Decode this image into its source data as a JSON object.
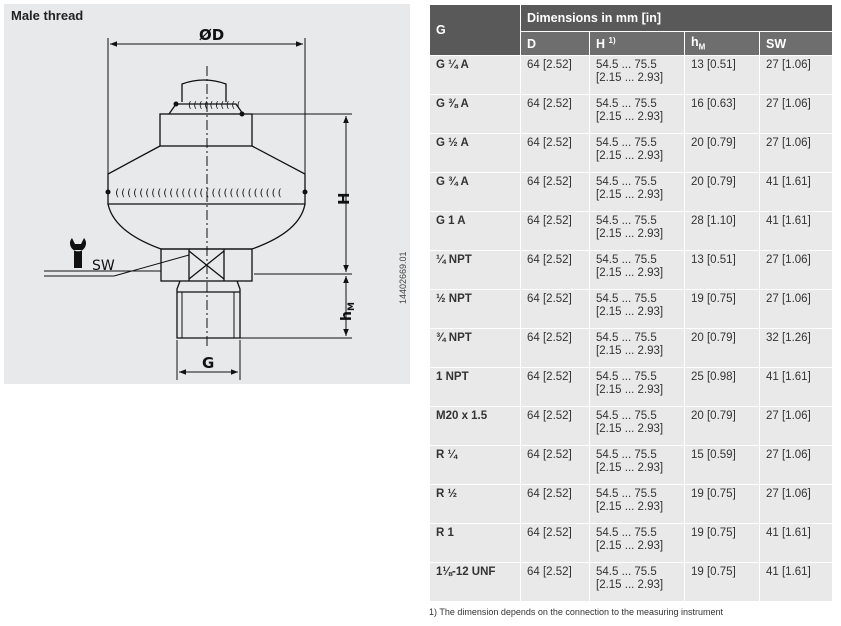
{
  "drawing": {
    "title": "Male thread",
    "label_diameter": "ØD",
    "label_height": "H",
    "label_sw": "SW",
    "label_hm_main": "h",
    "label_hm_sub": "M",
    "label_g": "G",
    "doc_number": "14402669.01"
  },
  "table": {
    "col_g": "G",
    "group_header": "Dimensions in mm [in]",
    "col_d": "D",
    "col_h_main": "H",
    "col_h_sup": "1)",
    "col_hm_main": "h",
    "col_hm_sub": "M",
    "col_sw": "SW",
    "rows": [
      {
        "g": "G ¼ A",
        "d": "64 [2.52]",
        "h1": "54.5 ... 75.5",
        "h2": "[2.15 ... 2.93]",
        "hm": "13 [0.51]",
        "sw": "27 [1.06]"
      },
      {
        "g": "G ⅜ A",
        "d": "64 [2.52]",
        "h1": "54.5 ... 75.5",
        "h2": "[2.15 ... 2.93]",
        "hm": "16 [0.63]",
        "sw": "27 [1.06]"
      },
      {
        "g": "G ½ A",
        "d": "64 [2.52]",
        "h1": "54.5 ... 75.5",
        "h2": "[2.15 ... 2.93]",
        "hm": "20 [0.79]",
        "sw": "27 [1.06]"
      },
      {
        "g": "G ¾ A",
        "d": "64 [2.52]",
        "h1": "54.5 ... 75.5",
        "h2": "[2.15 ... 2.93]",
        "hm": "20 [0.79]",
        "sw": "41 [1.61]"
      },
      {
        "g": "G 1 A",
        "d": "64 [2.52]",
        "h1": "54.5 ... 75.5",
        "h2": "[2.15 ... 2.93]",
        "hm": "28 [1.10]",
        "sw": "41 [1.61]"
      },
      {
        "g": "¼ NPT",
        "d": "64 [2.52]",
        "h1": "54.5 ... 75.5",
        "h2": "[2.15 ... 2.93]",
        "hm": "13 [0.51]",
        "sw": "27 [1.06]"
      },
      {
        "g": "½ NPT",
        "d": "64 [2.52]",
        "h1": "54.5 ... 75.5",
        "h2": "[2.15 ... 2.93]",
        "hm": "19 [0.75]",
        "sw": "27 [1.06]"
      },
      {
        "g": "¾ NPT",
        "d": "64 [2.52]",
        "h1": "54.5 ... 75.5",
        "h2": "[2.15 ... 2.93]",
        "hm": "20 [0.79]",
        "sw": "32 [1.26]"
      },
      {
        "g": "1 NPT",
        "d": "64 [2.52]",
        "h1": "54.5 ... 75.5",
        "h2": "[2.15 ... 2.93]",
        "hm": "25 [0.98]",
        "sw": "41 [1.61]"
      },
      {
        "g": "M20 x 1.5",
        "d": "64 [2.52]",
        "h1": "54.5 ... 75.5",
        "h2": "[2.15 ... 2.93]",
        "hm": "20 [0.79]",
        "sw": "27 [1.06]"
      },
      {
        "g": "R ¼",
        "d": "64 [2.52]",
        "h1": "54.5 ... 75.5",
        "h2": "[2.15 ... 2.93]",
        "hm": "15 [0.59]",
        "sw": "27 [1.06]"
      },
      {
        "g": "R ½",
        "d": "64 [2.52]",
        "h1": "54.5 ... 75.5",
        "h2": "[2.15 ... 2.93]",
        "hm": "19 [0.75]",
        "sw": "27 [1.06]"
      },
      {
        "g": "R 1",
        "d": "64 [2.52]",
        "h1": "54.5 ... 75.5",
        "h2": "[2.15 ... 2.93]",
        "hm": "19 [0.75]",
        "sw": "41 [1.61]"
      },
      {
        "g": "1⅛-12 UNF",
        "d": "64 [2.52]",
        "h1": "54.5 ... 75.5",
        "h2": "[2.15 ... 2.93]",
        "hm": "19 [0.75]",
        "sw": "41 [1.61]"
      }
    ],
    "footnote": "1) The dimension depends on the connection to the measuring instrument"
  }
}
